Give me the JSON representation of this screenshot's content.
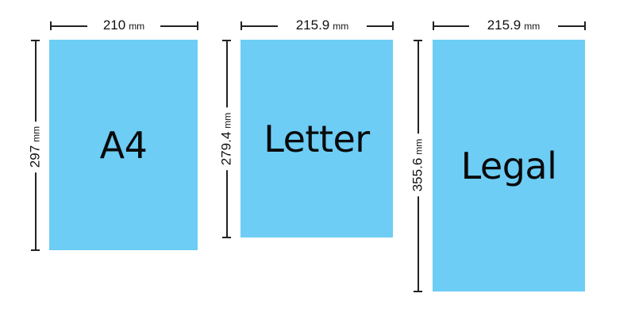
{
  "colors": {
    "sheet": "#6dcdf5",
    "line": "#222222",
    "text": "#0a0a0a"
  },
  "unit": "mm",
  "papers": [
    {
      "name": "A4",
      "width": "210",
      "height": "297"
    },
    {
      "name": "Letter",
      "width": "215.9",
      "height": "279.4"
    },
    {
      "name": "Legal",
      "width": "215.9",
      "height": "355.6"
    }
  ]
}
